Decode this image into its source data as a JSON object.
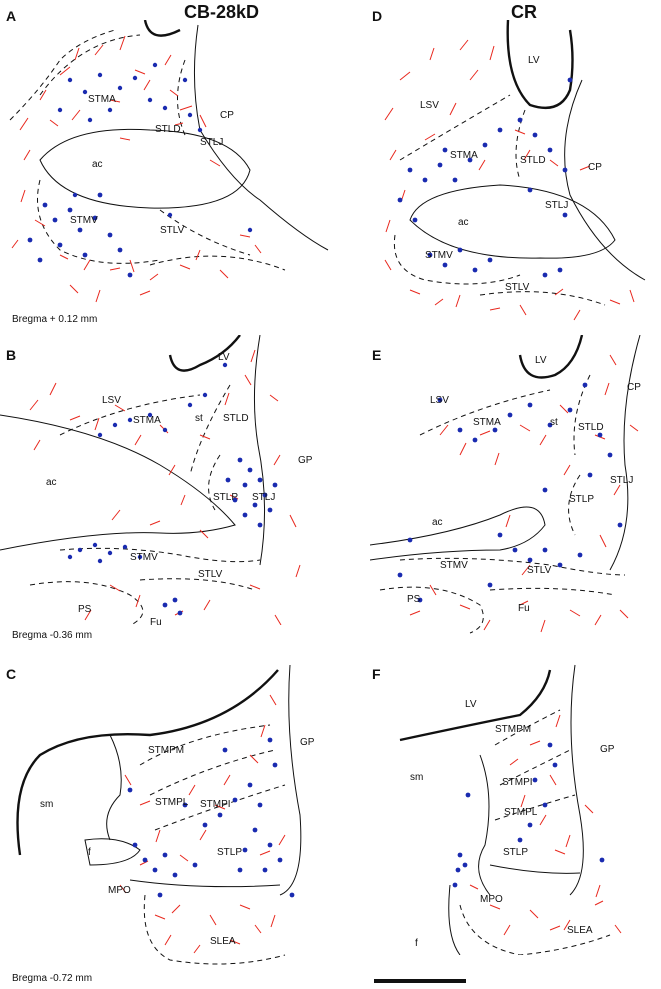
{
  "titles": {
    "left": "CB-28kD",
    "right": "CR"
  },
  "panels": {
    "A": {
      "letter": "A",
      "bregma": "Bregma + 0.12 mm",
      "labels": {
        "stma": "STMA",
        "stld": "STLD",
        "cp": "CP",
        "stlj": "STLJ",
        "ac": "ac",
        "stmv": "STMV",
        "stlv": "STLV"
      }
    },
    "B": {
      "letter": "B",
      "bregma": "Bregma -0.36 mm",
      "labels": {
        "lv": "LV",
        "lsv": "LSV",
        "stma": "STMA",
        "st": "st",
        "stld": "STLD",
        "gp": "GP",
        "ac": "ac",
        "stlp": "STLP",
        "stlj": "STLJ",
        "stmv": "STMV",
        "stlv": "STLV",
        "ps": "PS",
        "fu": "Fu"
      }
    },
    "C": {
      "letter": "C",
      "bregma": "Bregma -0.72 mm",
      "labels": {
        "stmpm": "STMPM",
        "gp": "GP",
        "sm": "sm",
        "stmpl": "STMPL",
        "stmpi": "STMPI",
        "f": "f",
        "stlp": "STLP",
        "mpo": "MPO",
        "slea": "SLEA"
      }
    },
    "D": {
      "letter": "D",
      "labels": {
        "lv": "LV",
        "lsv": "LSV",
        "stma": "STMA",
        "stld": "STLD",
        "cp": "CP",
        "stlj": "STLJ",
        "ac": "ac",
        "stmv": "STMV",
        "stlv": "STLV"
      }
    },
    "E": {
      "letter": "E",
      "labels": {
        "lv": "LV",
        "lsv": "LSV",
        "cp": "CP",
        "stma": "STMA",
        "st": "st",
        "stld": "STLD",
        "stlj": "STLJ",
        "stlp": "STLP",
        "ac": "ac",
        "stmv": "STMV",
        "stlv": "STLV",
        "ps": "PS",
        "fu": "Fu"
      }
    },
    "F": {
      "letter": "F",
      "labels": {
        "lv": "LV",
        "stmpm": "STMPM",
        "gp": "GP",
        "sm": "sm",
        "stmpi": "STMPI",
        "stmpl": "STMPL",
        "stlp": "STLP",
        "mpo": "MPO",
        "f": "f",
        "slea": "SLEA"
      }
    }
  },
  "colors": {
    "fiber": "#e8281e",
    "cell": "#1a2bb0",
    "outline": "#111111"
  }
}
